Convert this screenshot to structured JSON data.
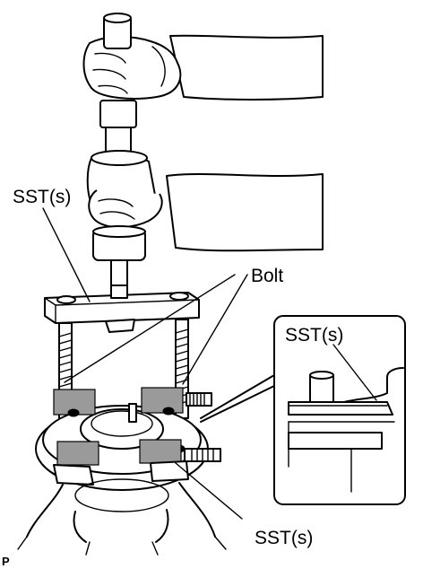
{
  "labels": {
    "sst_top": "SST(s)",
    "bolt": "Bolt",
    "sst_inset": "SST(s)",
    "sst_bottom": "SST(s)",
    "figure_code": "P"
  }
}
